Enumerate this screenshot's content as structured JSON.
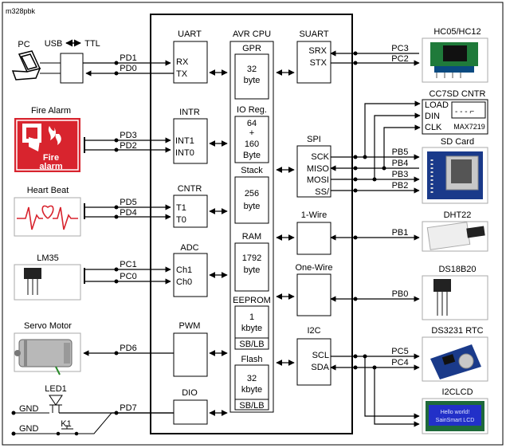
{
  "title": "m328pbk",
  "cpu": {
    "uart": "UART",
    "avr_cpu": "AVR CPU",
    "suart": "SUART",
    "intr": "INTR",
    "cntr": "CNTR",
    "adc": "ADC",
    "pwm": "PWM",
    "dio": "DIO",
    "spi": "SPI",
    "one_wire_a": "1-Wire",
    "one_wire_b": "One-Wire",
    "i2c": "I2C",
    "uart_pins": [
      "RX",
      "TX"
    ],
    "suart_pins": [
      "SRX",
      "STX"
    ],
    "intr_pins": [
      "INT1",
      "INT0"
    ],
    "cntr_pins": [
      "T1",
      "T0"
    ],
    "adc_pins": [
      "Ch1",
      "Ch0"
    ],
    "spi_pins": [
      "SCK",
      "MISO",
      "MOSI",
      "SS/"
    ],
    "i2c_pins": [
      "SCL",
      "SDA"
    ]
  },
  "memory": {
    "gpr": {
      "title": "GPR",
      "lines": [
        "32",
        "byte"
      ]
    },
    "io": {
      "title": "IO Reg.",
      "lines": [
        "64",
        "+",
        "160",
        "Byte"
      ]
    },
    "stack": {
      "title": "Stack",
      "lines": [
        "256",
        "byte"
      ]
    },
    "ram": {
      "title": "RAM",
      "lines": [
        "1792",
        "byte"
      ]
    },
    "eeprom": {
      "title": "EEPROM",
      "lines": [
        "1",
        "kbyte"
      ],
      "footer": "SB/LB"
    },
    "flash": {
      "title": "Flash",
      "lines": [
        "32",
        "kbyte"
      ],
      "footer": "SB/LB"
    }
  },
  "left_devices": {
    "pc": "PC",
    "usb_ttl": [
      "USB",
      "TTL"
    ],
    "fire_alarm": "Fire Alarm",
    "fire_sign": [
      "Fire",
      "alarm"
    ],
    "heart_beat": "Heart Beat",
    "lm35": "LM35",
    "servo": "Servo Motor",
    "led": "LED1",
    "key": "K1",
    "gnd": "GND"
  },
  "right_devices": {
    "hc05": "HC05/HC12",
    "cc7sd": "CC7SD CNTR",
    "cc7sd_pins": [
      "LOAD",
      "DIN",
      "CLK"
    ],
    "max7219": "MAX7219",
    "sdcard": "SD Card",
    "dht22": "DHT22",
    "ds18b20": "DS18B20",
    "ds3231": "DS3231 RTC",
    "i2clcd": "I2CLCD",
    "lcd_text": [
      "Hello world!",
      "SainSmart LCD"
    ]
  },
  "ports": {
    "pd1": "PD1",
    "pd0": "PD0",
    "pd3": "PD3",
    "pd2": "PD2",
    "pd5": "PD5",
    "pd4": "PD4",
    "pc1": "PC1",
    "pc0": "PC0",
    "pd6": "PD6",
    "pd7": "PD7",
    "pc3": "PC3",
    "pc2": "PC2",
    "pb5": "PB5",
    "pb4": "PB4",
    "pb3": "PB3",
    "pb2": "PB2",
    "pb1": "PB1",
    "pb0": "PB0",
    "pc5": "PC5",
    "pc4": "PC4"
  }
}
